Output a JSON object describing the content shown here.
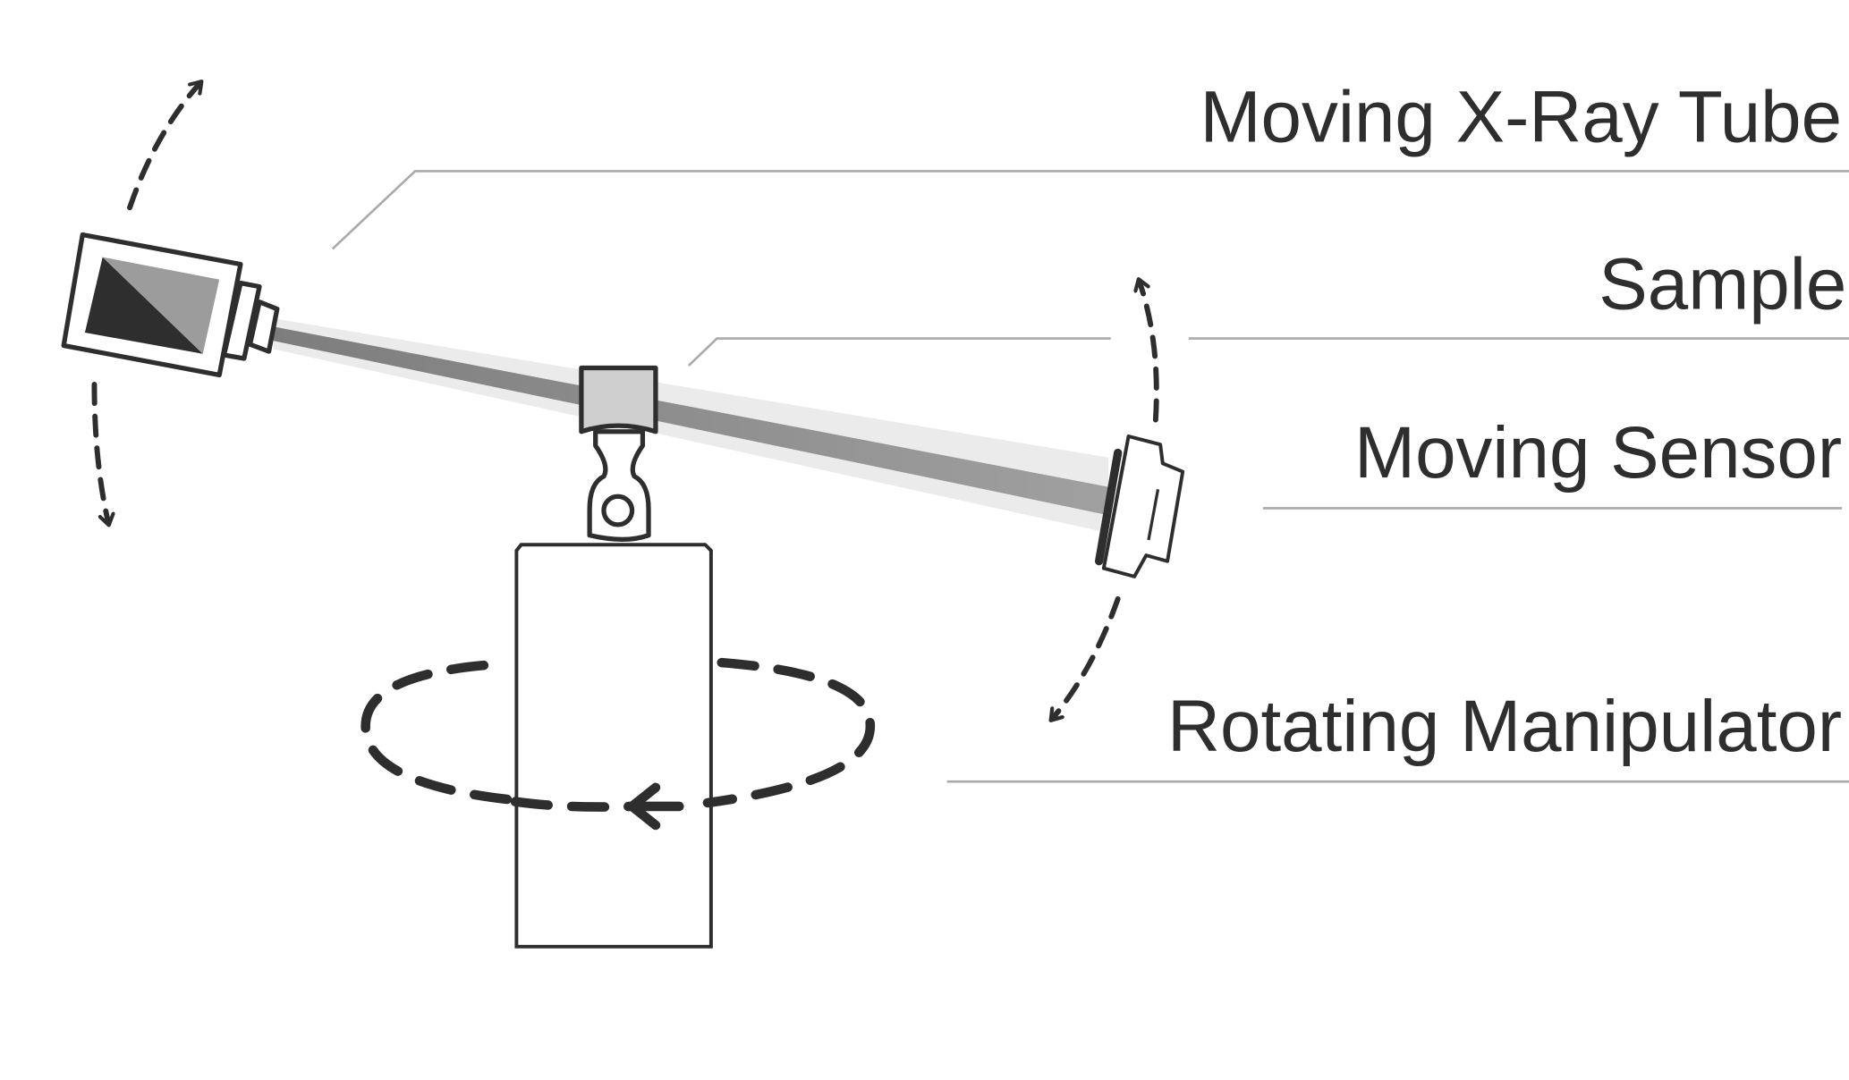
{
  "labels": {
    "xray_tube": "Moving X-Ray Tube",
    "sample": "Sample",
    "sensor": "Moving Sensor",
    "manipulator": "Rotating Manipulator"
  },
  "colors": {
    "ink": "#2e2e2e",
    "leader_line": "#aaaaaa",
    "beam_core": "#8a8a8a",
    "beam_halo": "#e6e6e6",
    "sample_fill": "#cfcfcf",
    "tube_dark": "#2e2e2e",
    "tube_light": "#9c9c9c",
    "background": "#ffffff"
  },
  "icons": {
    "xray_tube": "xray-tube-icon",
    "sample": "sample-icon",
    "sensor": "sensor-icon",
    "manipulator": "manipulator-icon"
  }
}
